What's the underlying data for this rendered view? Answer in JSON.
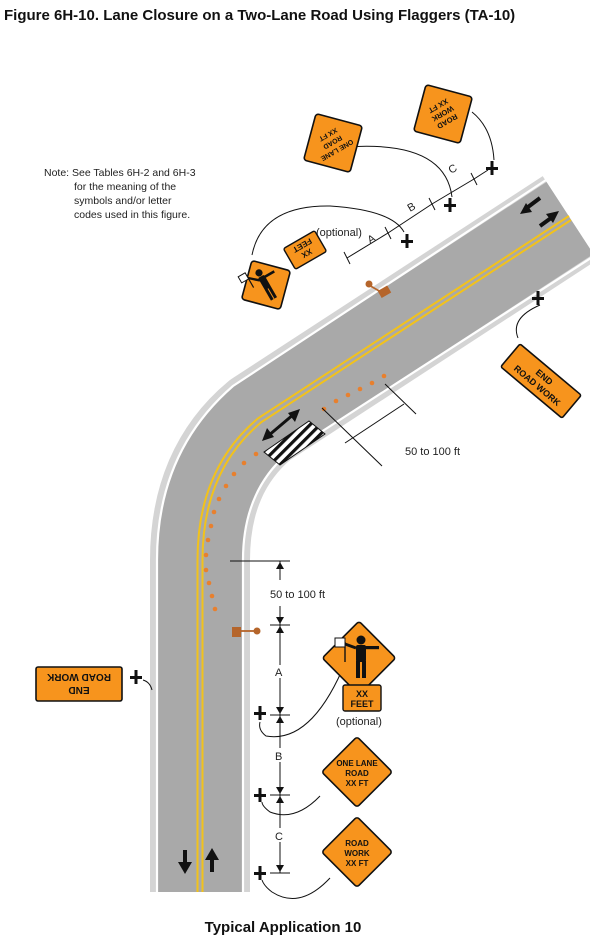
{
  "figure": {
    "title": "Figure 6H-10.  Lane Closure on a Two-Lane Road Using Flaggers (TA-10)",
    "caption": "Typical Application 10"
  },
  "note": {
    "lines": [
      "Note: See Tables 6H-2 and 6H-3",
      "for the meaning of the",
      "symbols and/or letter",
      "codes used in this figure."
    ]
  },
  "signs": {
    "road_work": [
      "ROAD",
      "WORK",
      "XX FT"
    ],
    "one_lane": [
      "ONE LANE",
      "ROAD",
      "XX FT"
    ],
    "xx_feet": [
      "XX",
      "FEET"
    ],
    "end_road_work": [
      "END",
      "ROAD WORK"
    ]
  },
  "labels": {
    "optional": "(optional)",
    "buffer": "50 to 100 ft",
    "a": "A",
    "b": "B",
    "c": "C"
  },
  "colors": {
    "sign_orange": "#f7941d",
    "asphalt": "#a9a9a9",
    "shoulder": "#d4d4d4",
    "centerline": "#f2c21b",
    "cone": "#e8802e",
    "flagger": "#b5652b"
  }
}
